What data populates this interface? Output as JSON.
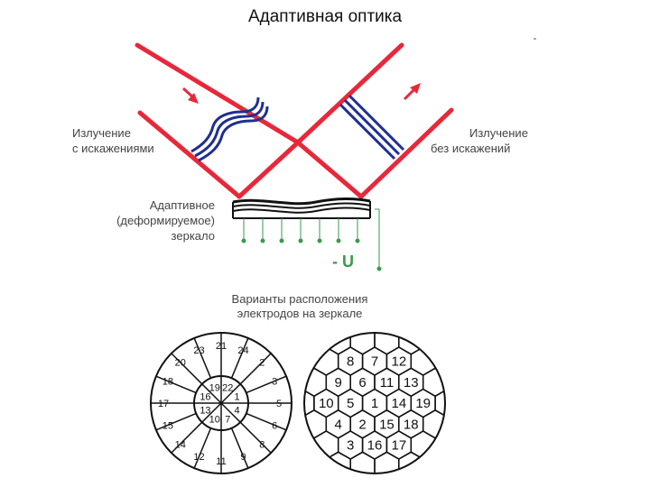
{
  "title": "Адаптивная оптика",
  "labels": {
    "in_line1": "Излучение",
    "in_line2": "с искажениями",
    "out_line1": "Излучение",
    "out_line2": "без искажений",
    "mirror_line1": "Адаптивное",
    "mirror_line2": "(деформируемое)",
    "mirror_line3": "зеркало",
    "voltage": "- U",
    "variants_line1": "Варианты расположения",
    "variants_line2": "электродов на зеркале"
  },
  "colors": {
    "beam": "#e8283a",
    "wavefront": "#1f2f8f",
    "electrode": "#3a9a4a",
    "outline": "#111111"
  },
  "left_disc": {
    "outer_ring": [
      "21",
      "24",
      "2",
      "3",
      "5",
      "6",
      "8",
      "9",
      "11",
      "12",
      "14",
      "15",
      "17",
      "18",
      "20",
      "23"
    ],
    "inner_ring": [
      "22",
      "1",
      "4",
      "7",
      "10",
      "13",
      "16",
      "19"
    ]
  },
  "right_disc": {
    "rows": [
      [
        "8",
        "7",
        "12"
      ],
      [
        "9",
        "6",
        "11",
        "13"
      ],
      [
        "10",
        "5",
        "1",
        "14",
        "19"
      ],
      [
        "4",
        "2",
        "15",
        "18"
      ],
      [
        "3",
        "16",
        "17"
      ]
    ]
  }
}
